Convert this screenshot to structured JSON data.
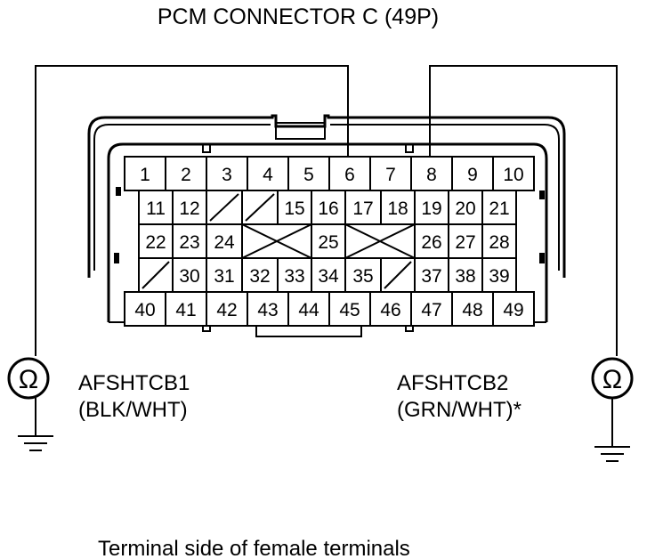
{
  "title": "PCM CONNECTOR C (49P)",
  "left_meter": {
    "symbol": "Ω",
    "signal": "AFSHTCB1",
    "wire_color": "(BLK/WHT)"
  },
  "right_meter": {
    "symbol": "Ω",
    "signal": "AFSHTCB2",
    "wire_color": "(GRN/WHT)*"
  },
  "footer": "Terminal side of female terminals",
  "connector": {
    "rows": [
      [
        "1",
        "2",
        "3",
        "4",
        "5",
        "6",
        "7",
        "8",
        "9",
        "10"
      ],
      [
        "11",
        "12",
        "",
        "",
        "15",
        "16",
        "17",
        "18",
        "19",
        "20",
        "21"
      ],
      [
        "22",
        "23",
        "24",
        "",
        "25",
        "",
        "26",
        "27",
        "28"
      ],
      [
        "",
        "30",
        "31",
        "32",
        "33",
        "34",
        "35",
        "",
        "37",
        "38",
        "39"
      ],
      [
        "40",
        "41",
        "42",
        "43",
        "44",
        "45",
        "46",
        "47",
        "48",
        "49"
      ]
    ],
    "probed_terminals": [
      "6",
      "8"
    ]
  }
}
